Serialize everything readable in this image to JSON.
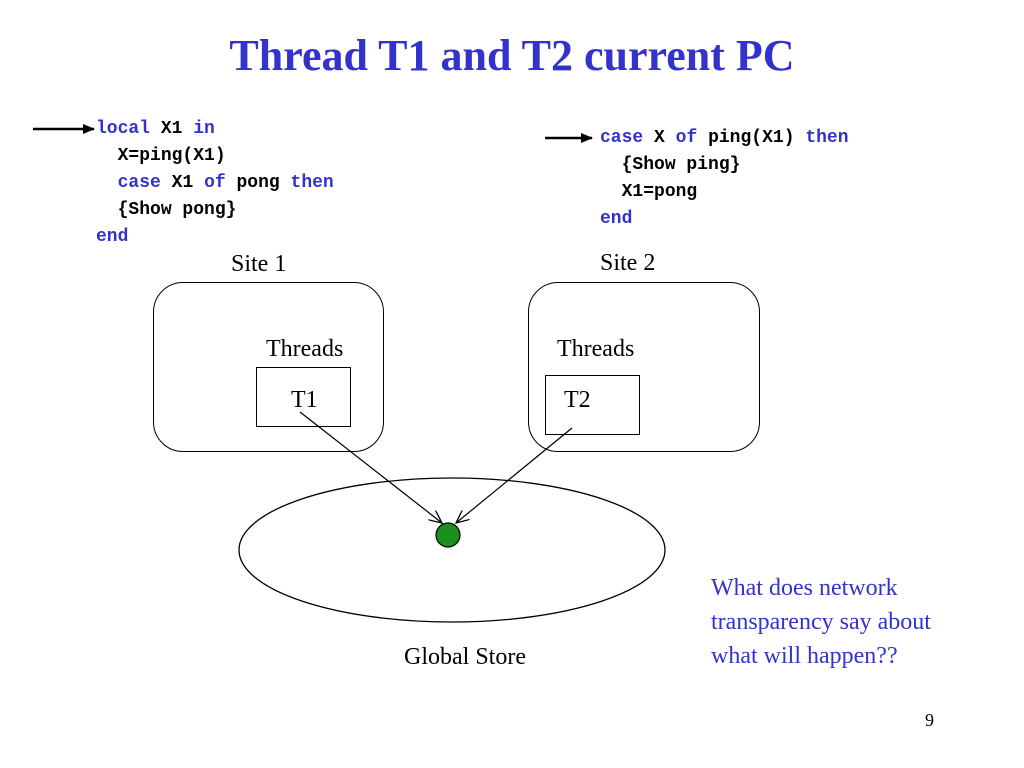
{
  "slide": {
    "title": "Thread T1 and T2 current PC",
    "page_number": "9"
  },
  "code_left": {
    "line1": {
      "kw1": "local",
      "t1": "X1",
      "kw2": "in"
    },
    "line2": "X=ping(X1)",
    "line3": {
      "kw1": "case",
      "t1": "X1",
      "kw2": "of",
      "t2": "pong",
      "kw3": "then"
    },
    "line4": "{Show pong}",
    "line5": {
      "kw1": "end"
    }
  },
  "code_right": {
    "line1": {
      "kw1": "case",
      "t1": "X",
      "kw2": "of",
      "t2": "ping(X1)",
      "kw3": "then"
    },
    "line2": "{Show ping}",
    "line3": "X1=pong",
    "line4": {
      "kw1": "end"
    }
  },
  "site1": {
    "label": "Site 1",
    "threads_label": "Threads",
    "thread": "T1"
  },
  "site2": {
    "label": "Site 2",
    "threads_label": "Threads",
    "thread": "T2"
  },
  "store": {
    "label": "Global Store",
    "node_color": "#1a8f1a"
  },
  "question": {
    "line1": "What does network",
    "line2": "transparency say about",
    "line3": "what will happen??"
  },
  "colors": {
    "accent": "#3333cc",
    "node": "#1a8f1a"
  }
}
